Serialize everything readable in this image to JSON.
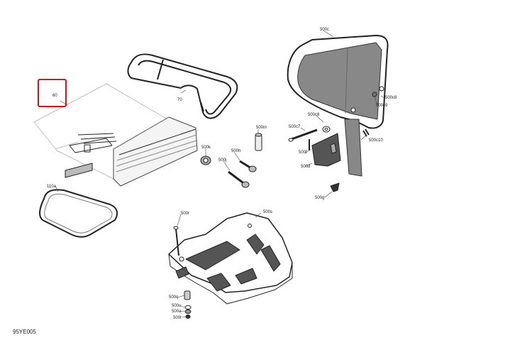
{
  "diagram": {
    "document_code": "95YE005",
    "highlight_color": "#c8141e",
    "callouts": {
      "c60": "60",
      "c70": "70",
      "c110a": "110a",
      "c500c": "500c",
      "c500c8_a": "500c8",
      "c500c8_b": "500c8",
      "c500c9": "500c9",
      "c500c7": "500c7",
      "c500c10": "500c10",
      "c500f": "500f",
      "c500d": "500d",
      "c500g": "500g",
      "c500m": "500m",
      "c500k": "500k",
      "c500h": "500h",
      "c500j": "500j",
      "c500r": "500r",
      "c500s": "500s",
      "c500q": "500q",
      "c500u": "500u",
      "c500a": "500a",
      "c500t": "500t"
    }
  }
}
